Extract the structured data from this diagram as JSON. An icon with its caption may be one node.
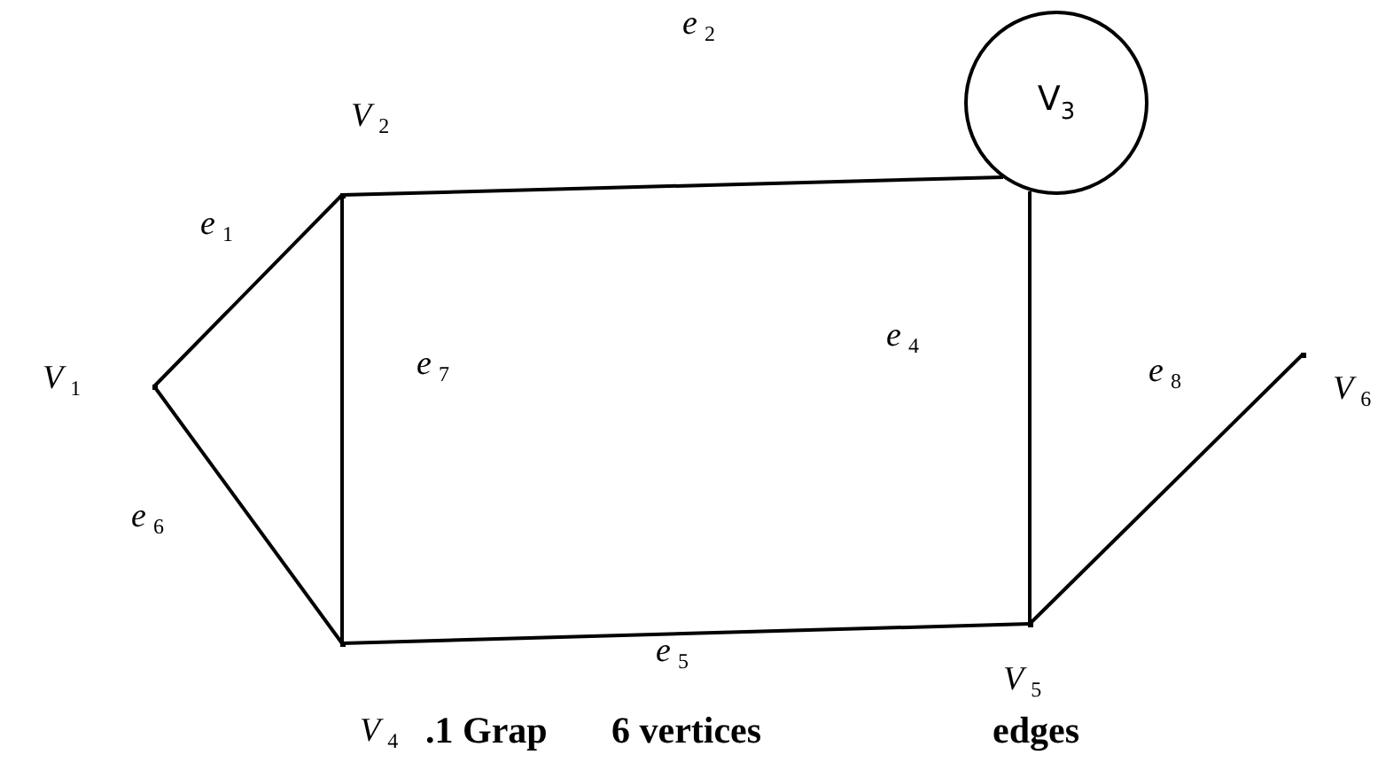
{
  "diagram": {
    "nodes": [
      {
        "text": [],
        "shape": "point",
        "beside": [
          "V$_{1}$"
        ]
      },
      {
        "text": [],
        "shape": "point",
        "beside": [
          "V$_{2}$"
        ]
      },
      {
        "text": [
          "V$_{3}$"
        ]
      },
      {
        "text": [],
        "shape": "point",
        "beside": [
          "V$_{4}$"
        ]
      },
      {
        "text": [],
        "shape": "point",
        "beside": [
          "V$_{5}$"
        ]
      },
      {
        "text": [],
        "shape": "point",
        "beside": [
          "V$_{6}$"
        ]
      }
    ],
    "edges": [
      {
        "from": 0,
        "to": 1,
        "arrow": "none",
        "label": "e$_{1}$"
      },
      {
        "from": 1,
        "to": 2,
        "arrow": "none",
        "label": "e$_{2}$"
      },
      {
        "from": 2,
        "to": 4,
        "arrow": "none",
        "label": "e$_{4}$"
      },
      {
        "from": 3,
        "to": 4,
        "arrow": "none",
        "label": "e$_{5}$"
      },
      {
        "from": 0,
        "to": 3,
        "arrow": "none",
        "label": "e$_{6}$"
      },
      {
        "from": 1,
        "to": 3,
        "arrow": "none",
        "label": "e$_{7}$"
      },
      {
        "from": 4,
        "to": 5,
        "arrow": "none",
        "label": "e$_{8}$"
      }
    ],
    "labels": [
      ".1 Grap",
      "6 vertices",
      "edges"
    ]
  }
}
